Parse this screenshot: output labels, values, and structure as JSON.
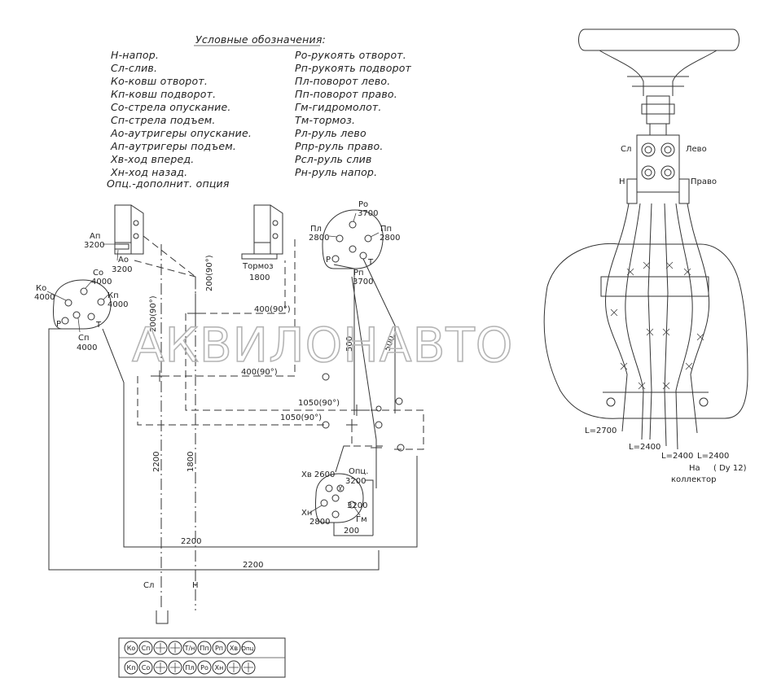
{
  "legend": {
    "title": "Условные обозначения:",
    "left": [
      "Н-напор.",
      "Сл-слив.",
      "Ко-ковш отворот.",
      "Кп-ковш подворот.",
      "Со-стрела опускание.",
      "Сп-стрела подъем.",
      "Ао-аутригеры опускание.",
      "Ап-аутригеры подъем.",
      "Хв-ход вперед.",
      "Хн-ход назад.",
      "Опц.-дополнит. опция"
    ],
    "right": [
      "Ро-рукоять отворот.",
      "Рп-рукоять подворот",
      "Пл-поворот лево.",
      "Пп-поворот право.",
      "Гм-гидромолот.",
      "Тм-тормоз.",
      "Рл-руль лево",
      "Рпр-руль право.",
      "Рсл-руль слив",
      "Рн-руль напор."
    ]
  },
  "watermark": "АКВИЛОНАВТО",
  "joystick_left": {
    "ko": "Ко",
    "ko_len": "4000",
    "co": "Со",
    "co_len": "4000",
    "kp": "Кп",
    "kp_len": "4000",
    "p": "Р",
    "t": "Т",
    "cp": "Сп",
    "cp_len": "4000"
  },
  "joystick_right": {
    "po": "Ро",
    "po_len": "3700",
    "pl": "Пл",
    "pl_len": "2800",
    "pp": "Пп",
    "pp_len": "2800",
    "p": "Р",
    "t": "Т",
    "rp": "Рп",
    "rp_len": "3700"
  },
  "pedal_block": {
    "xv": "Хв 2600",
    "opc": "Опц.",
    "opc_len": "3200",
    "xn": "Хн",
    "xn_len": "2800",
    "gm_len": "3200",
    "gm": "Гм",
    "bottom": "200"
  },
  "outrigger_valve": {
    "an": "Ап",
    "an_len": "3200",
    "ao": "Ао",
    "ao_len": "3200"
  },
  "brake_valve": {
    "label": "Тормоз",
    "len": "1800"
  },
  "dims": {
    "d200_90": "200(90°)",
    "d200_90b": "200(90°)",
    "d400_90a": "400(90°)",
    "d400_90b": "400(90°)",
    "d500a": "500",
    "d500b": "500",
    "d1050a": "1050(90°)",
    "d1050b": "1050(90°)",
    "d2200v": "2200",
    "d1800v": "1800",
    "d2200a": "2200",
    "d2200b": "2200"
  },
  "ports": {
    "sl": "Сл",
    "n": "Н"
  },
  "manifold_top": [
    "Ко",
    "Сп",
    "",
    "",
    "Т/н",
    "Пп",
    "Рп",
    "Хв",
    "Опц."
  ],
  "manifold_bottom": [
    "Кп",
    "Со",
    "",
    "",
    "Пл",
    "Ро",
    "Хн",
    "",
    ""
  ],
  "steering": {
    "sl": "Сл",
    "levo": "Лево",
    "n": "Н",
    "pravo": "Право",
    "l2700": "L=2700",
    "l2400a": "L=2400",
    "l2400b": "L=2400",
    "l2400c": "L=2400",
    "na": "На",
    "dy": "( Dy 12)",
    "collector": "коллектор"
  }
}
